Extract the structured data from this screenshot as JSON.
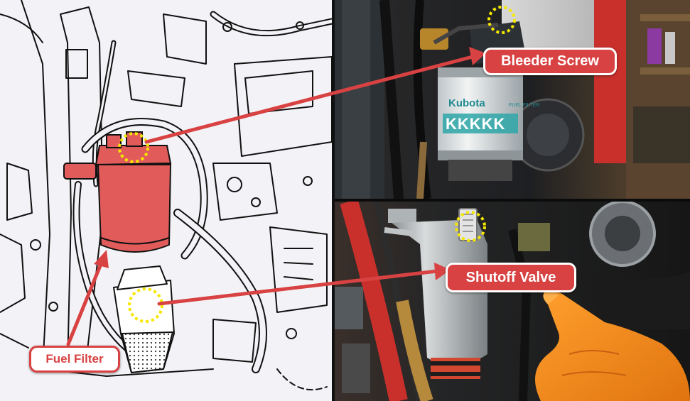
{
  "callouts": {
    "bleeder_screw": "Bleeder Screw",
    "shutoff_valve": "Shutoff Valve",
    "fuel_filter": "Fuel Filter"
  },
  "filter_brand": {
    "logo_text": "Kubota",
    "pattern_text": "KKKKK",
    "side_text": "FUEL FILTER"
  },
  "colors": {
    "accent_red": "#d84242",
    "marker_yellow": "#f6e800",
    "line_art": "#111111",
    "glove_orange": "#f08a1c"
  },
  "icons": [
    "bleeder-marker-icon",
    "shutoff-marker-icon",
    "arrow-icon"
  ]
}
